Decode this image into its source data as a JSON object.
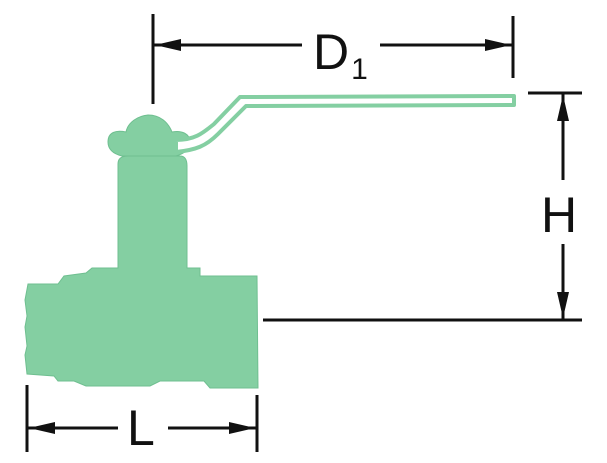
{
  "diagram": {
    "labels": {
      "d1_main": "D",
      "d1_sub": "1",
      "h": "H",
      "l": "L"
    },
    "colors": {
      "valve_fill": "#84cfa2",
      "valve_stroke": "#6fbf90",
      "line": "#111111",
      "background": "#ffffff"
    }
  }
}
